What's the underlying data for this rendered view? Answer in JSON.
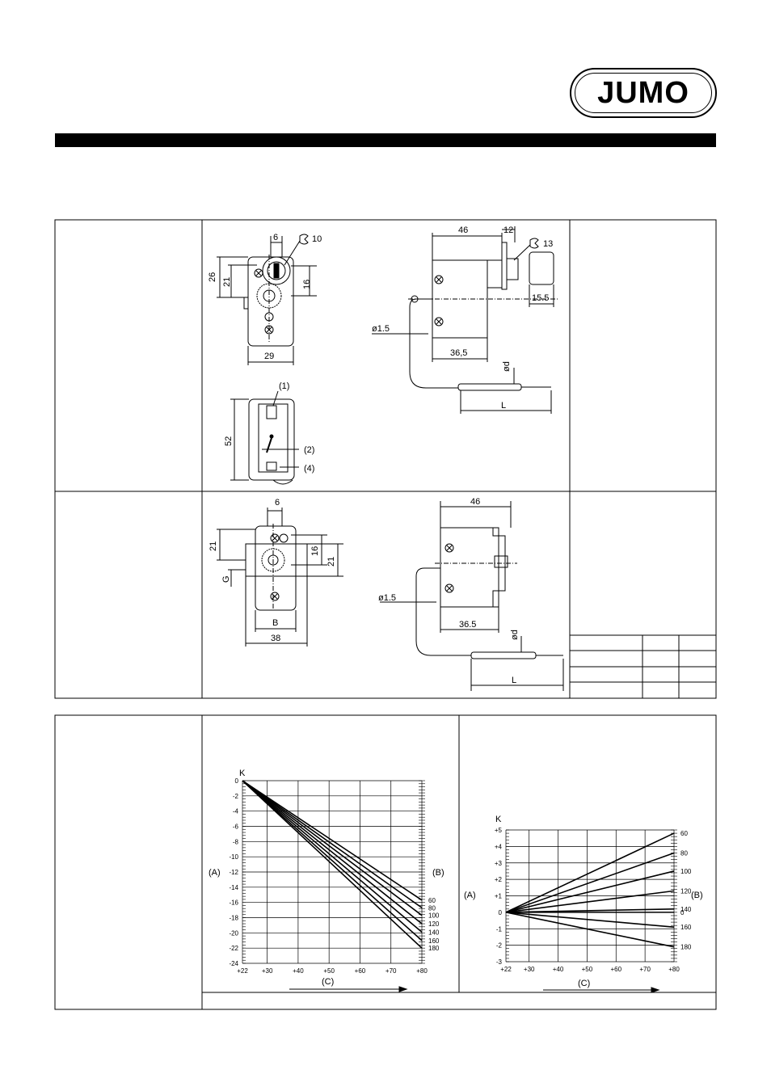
{
  "header": {
    "logo_text": "JUMO"
  },
  "dims_upper": {
    "front": [
      "6",
      "10",
      "26",
      "21",
      "16",
      "29"
    ],
    "back": [
      "(1)",
      "52",
      "(2)",
      "(4)"
    ],
    "side": [
      "46",
      "12",
      "13",
      "15.5",
      "ø1.5",
      "36,5",
      "ød",
      "L"
    ]
  },
  "dims_lower": {
    "front": [
      "6",
      "21",
      "16",
      "21",
      "G",
      "B",
      "38"
    ],
    "side": [
      "46",
      "ø1.5",
      "36.5",
      "ød",
      "L"
    ]
  },
  "chart_data": [
    {
      "type": "line",
      "ylabel": "K",
      "axis_labels": {
        "left": "(A)",
        "right": "(B)",
        "bottom": "(C)"
      },
      "x": [
        22,
        80
      ],
      "x_ticks": [
        "+22",
        "+30",
        "+40",
        "+50",
        "+60",
        "+70",
        "+80"
      ],
      "y_ticks": [
        "0",
        "-2",
        "-4",
        "-6",
        "-8",
        "-10",
        "-12",
        "-14",
        "-16",
        "-18",
        "-20",
        "-22",
        "-24"
      ],
      "ylim": [
        -24,
        0
      ],
      "xlim": [
        22,
        80
      ],
      "grid": true,
      "series": [
        {
          "name": "60",
          "values": [
            0,
            -15.7
          ]
        },
        {
          "name": "80",
          "values": [
            0,
            -16.7
          ]
        },
        {
          "name": "100",
          "values": [
            0,
            -17.7
          ]
        },
        {
          "name": "120",
          "values": [
            0,
            -18.8
          ]
        },
        {
          "name": "140",
          "values": [
            0,
            -19.9
          ]
        },
        {
          "name": "160",
          "values": [
            0,
            -21.0
          ]
        },
        {
          "name": "180",
          "values": [
            0,
            -22.0
          ]
        }
      ]
    },
    {
      "type": "line",
      "ylabel": "K",
      "axis_labels": {
        "left": "(A)",
        "right": "(B)",
        "bottom": "(C)"
      },
      "x": [
        22,
        80
      ],
      "x_ticks": [
        "+22",
        "+30",
        "+40",
        "+50",
        "+60",
        "+70",
        "+80"
      ],
      "y_ticks": [
        "+5",
        "+4",
        "+3",
        "+2",
        "+1",
        "0",
        "-1",
        "-2",
        "-3"
      ],
      "ylim": [
        -3,
        5
      ],
      "xlim": [
        22,
        80
      ],
      "grid": true,
      "series": [
        {
          "name": "60",
          "values": [
            0,
            4.8
          ]
        },
        {
          "name": "80",
          "values": [
            0,
            3.6
          ]
        },
        {
          "name": "100",
          "values": [
            0,
            2.5
          ]
        },
        {
          "name": "120",
          "values": [
            0,
            1.3
          ]
        },
        {
          "name": "140",
          "values": [
            0,
            0.2
          ]
        },
        {
          "name": "0",
          "values": [
            0,
            0.0
          ]
        },
        {
          "name": "160",
          "values": [
            0,
            -0.9
          ]
        },
        {
          "name": "180",
          "values": [
            0,
            -2.1
          ]
        }
      ]
    }
  ]
}
